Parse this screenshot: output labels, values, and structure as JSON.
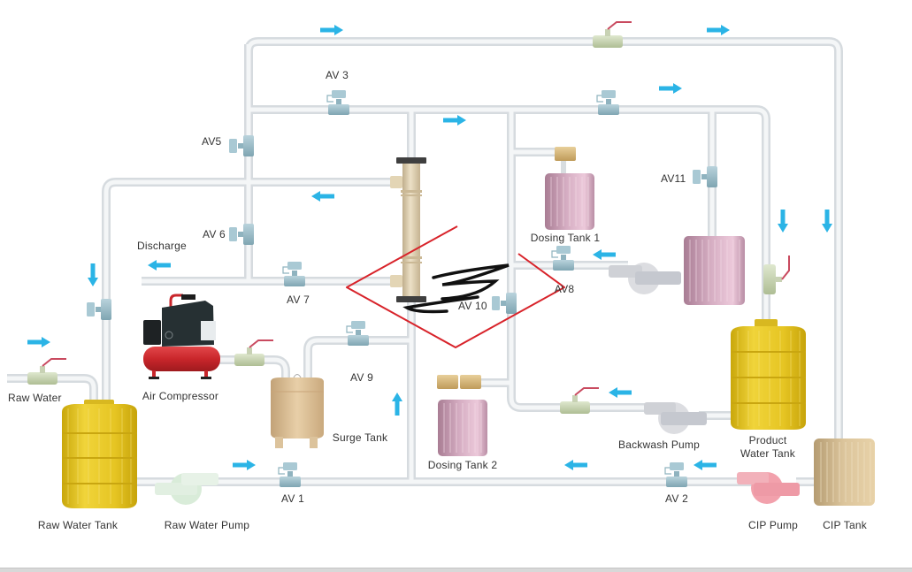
{
  "diagram": {
    "title": "Water treatment process flow (ultrafiltration with backwash and CIP)",
    "colors": {
      "pipe": "#e8ecef",
      "arrow": "#2bb4e6",
      "annotation_red": "#d8232a",
      "annotation_black": "#111111",
      "tank_yellow": "#e2c21a",
      "tank_pink": "#c79bb2",
      "tank_tan": "#d9b98c",
      "compressor_red": "#c9262b"
    },
    "components": {
      "raw_water": "Raw Water",
      "raw_water_tank": "Raw Water Tank",
      "raw_water_pump": "Raw Water Pump",
      "air_compressor": "Air Compressor",
      "surge_tank": "Surge Tank",
      "dosing_tank_1": "Dosing Tank 1",
      "dosing_tank_2": "Dosing Tank 2",
      "backwash_pump": "Backwash Pump",
      "product_water_tank_line1": "Product",
      "product_water_tank_line2": "Water Tank",
      "cip_pump": "CIP Pump",
      "cip_tank": "CIP Tank",
      "discharge": "Discharge"
    },
    "valves": {
      "av1": "AV 1",
      "av2": "AV 2",
      "av3": "AV 3",
      "av5": "AV5",
      "av6": "AV 6",
      "av7": "AV 7",
      "av8": "AV8",
      "av9": "AV 9",
      "av10": "AV 10",
      "av11": "AV11"
    },
    "flow_arrows": [
      {
        "id": "top-right-1",
        "direction": "right"
      },
      {
        "id": "top-right-2",
        "direction": "right"
      },
      {
        "id": "mid-right-1",
        "direction": "right"
      },
      {
        "id": "mid-right-2",
        "direction": "right"
      },
      {
        "id": "backwash-left",
        "direction": "left"
      },
      {
        "id": "discharge-left",
        "direction": "left"
      },
      {
        "id": "av8-left",
        "direction": "left"
      },
      {
        "id": "raw-tank-down",
        "direction": "down"
      },
      {
        "id": "product-down",
        "direction": "down"
      },
      {
        "id": "cip-down",
        "direction": "down"
      },
      {
        "id": "raw-water-right",
        "direction": "right"
      },
      {
        "id": "pump-right",
        "direction": "right"
      },
      {
        "id": "surge-up",
        "direction": "up"
      },
      {
        "id": "bottom-left",
        "direction": "left"
      },
      {
        "id": "cip-left",
        "direction": "left"
      },
      {
        "id": "backwash-pump-left",
        "direction": "left"
      }
    ],
    "annotation": {
      "shape": "hand-drawn red diamond with black scribbled '3'",
      "scribble_text": "3"
    }
  }
}
